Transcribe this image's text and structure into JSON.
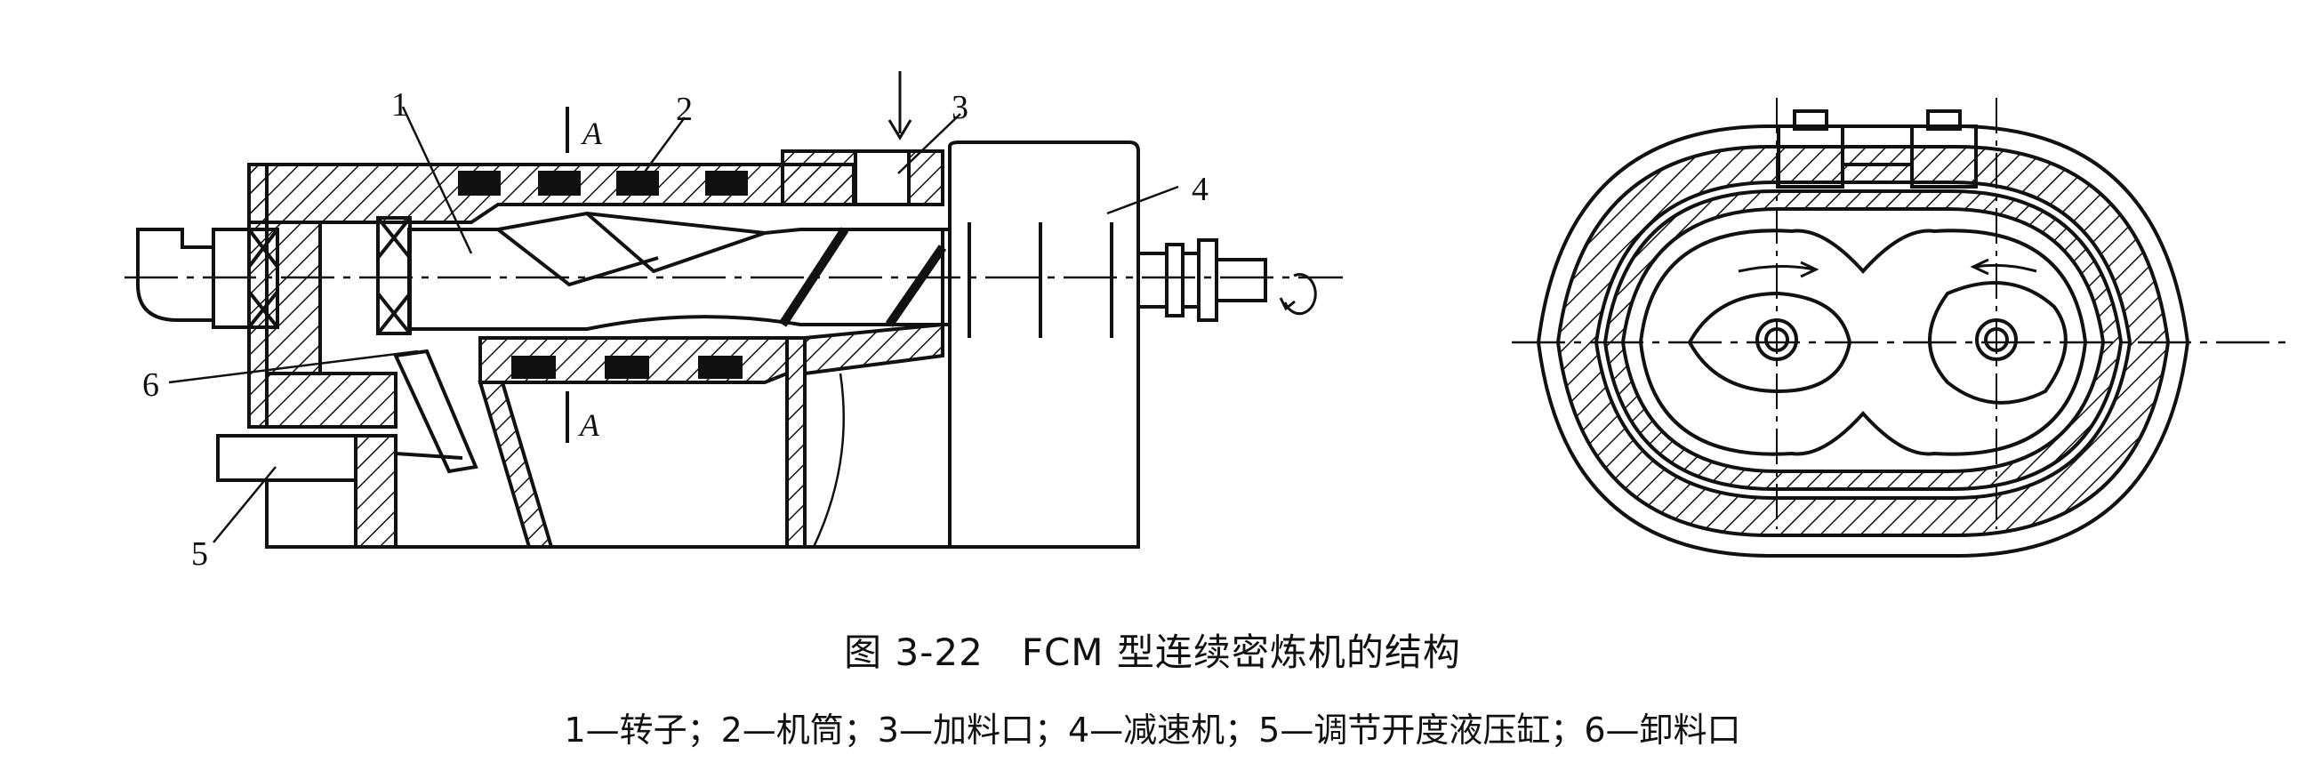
{
  "figure": {
    "title": "图 3-22　FCM 型连续密炼机的结构",
    "legend": "1—转子；2—机筒；3—加料口；4—减速机；5—调节开度液压缸；6—卸料口",
    "section_mark": "A",
    "callouts": [
      "1",
      "2",
      "3",
      "4",
      "5",
      "6"
    ]
  }
}
